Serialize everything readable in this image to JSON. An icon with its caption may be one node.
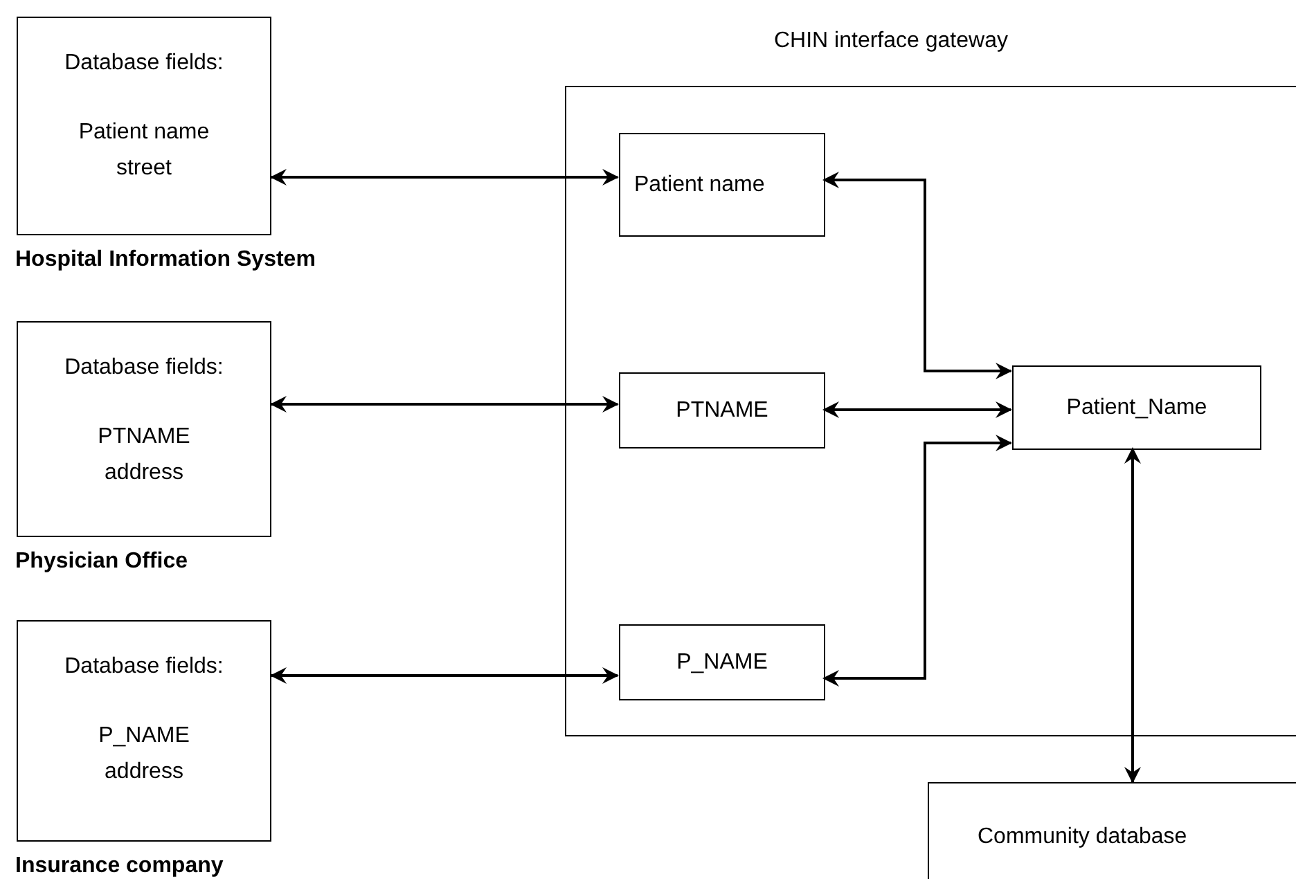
{
  "diagram": {
    "nodes": [
      {
        "text": [
          "Database fields:",
          "Patient name street",
          "Hospital Information System"
        ]
      },
      {
        "text": [
          "Database fields:",
          "PTNAME address",
          "Physician Office"
        ]
      },
      {
        "text": [
          "Database fields:",
          "P_NAME address",
          "Insurance company"
        ]
      },
      {
        "text": [
          "CHIN interface gateway"
        ]
      },
      {
        "text": [
          "Patient name"
        ],
        "in": 3
      },
      {
        "text": [
          "PTNAME"
        ],
        "in": 3
      },
      {
        "text": [
          "P_NAME"
        ],
        "in": 3
      },
      {
        "text": [
          "Patient_Name"
        ],
        "in": 3
      },
      {
        "text": [
          "Community database"
        ]
      }
    ],
    "edges": [
      {
        "from": 0,
        "to": 4,
        "arrow": "both"
      },
      {
        "from": 1,
        "to": 5,
        "arrow": "both"
      },
      {
        "from": 2,
        "to": 6,
        "arrow": "both"
      },
      {
        "from": 4,
        "to": 7,
        "arrow": "both"
      },
      {
        "from": 5,
        "to": 7,
        "arrow": "both"
      },
      {
        "from": 6,
        "to": 7,
        "arrow": "both"
      },
      {
        "from": 7,
        "to": 8,
        "arrow": "both"
      }
    ]
  }
}
